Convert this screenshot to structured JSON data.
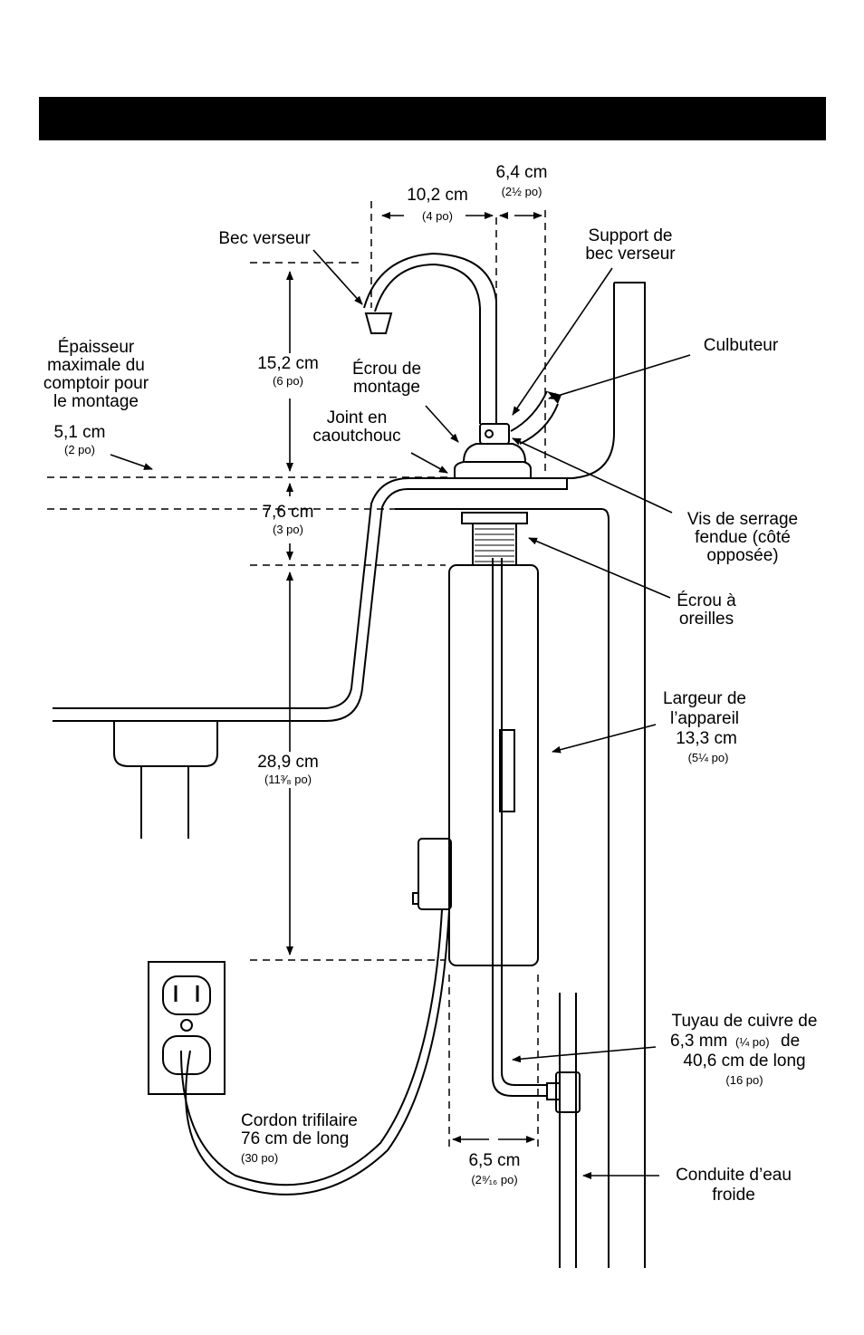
{
  "labels": {
    "spout": "Bec verseur",
    "spout_support_l1": "Support de",
    "spout_support_l2": "bec verseur",
    "rocker": "Culbuteur",
    "mount_nut_l1": "Écrou de",
    "mount_nut_l2": "montage",
    "rubber_seal_l1": "Joint en",
    "rubber_seal_l2": "caoutchouc",
    "counter_thick_l1": "Épaisseur",
    "counter_thick_l2": "maximale du",
    "counter_thick_l3": "comptoir pour",
    "counter_thick_l4": "le montage",
    "set_screw_l1": "Vis de serrage",
    "set_screw_l2": "fendue (côté",
    "set_screw_l3": "opposée)",
    "wing_nut_l1": "Écrou à",
    "wing_nut_l2": "oreilles",
    "unit_width_l1": "Largeur de",
    "unit_width_l2": "l’appareil",
    "copper_pipe_l1": "Tuyau de cuivre de",
    "copper_pipe_l2a": "6,3 mm",
    "copper_pipe_l2b": "(¼ po)",
    "copper_pipe_l2c": "de",
    "copper_pipe_l3": "40,6 cm de long",
    "cord_l1": "Cordon trifilaire",
    "cord_l2": "76 cm de long",
    "cold_water_l1": "Conduite d’eau",
    "cold_water_l2": "froide"
  },
  "dimensions": {
    "spout_reach": {
      "metric": "10,2 cm",
      "imperial": "(4 po)"
    },
    "support_offset": {
      "metric": "6,4 cm",
      "imperial": "(2½ po)"
    },
    "spout_height": {
      "metric": "15,2 cm",
      "imperial": "(6 po)"
    },
    "counter_thickness": {
      "metric": "5,1 cm",
      "imperial": "(2 po)"
    },
    "under_counter": {
      "metric": "7,6 cm",
      "imperial": "(3 po)"
    },
    "tank_height": {
      "metric": "28,9 cm",
      "imperial": "(11³⁄₈ po)"
    },
    "unit_width": {
      "metric": "13,3 cm",
      "imperial": "(5¼ po)"
    },
    "copper_pipe_length": {
      "imperial": "(16 po)"
    },
    "cord_length": {
      "imperial": "(30 po)"
    },
    "tank_depth": {
      "metric": "6,5 cm",
      "imperial": "(2⁹⁄₁₆ po)"
    }
  }
}
